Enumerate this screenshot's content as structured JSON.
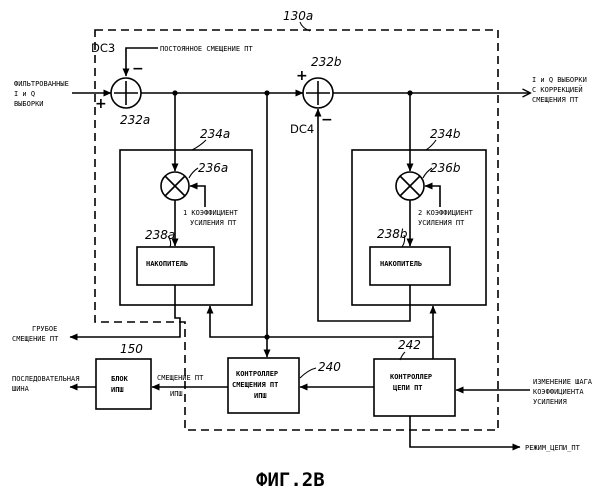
{
  "figure_title": "ФИГ.2В",
  "refs": {
    "r130a": "130a",
    "r232a": "232a",
    "r232b": "232b",
    "r234a": "234a",
    "r234b": "234b",
    "r236a": "236a",
    "r236b": "236b",
    "r238a": "238a",
    "r238b": "238b",
    "r240": "240",
    "r242": "242",
    "r150": "150"
  },
  "dc": {
    "dc3": "DC3",
    "dc4": "DC4"
  },
  "signs": {
    "minus": "−",
    "plus": "+"
  },
  "labels": {
    "input": [
      "ФИЛЬТРОВАННЫЕ",
      "I и Q",
      "ВЫБОРКИ"
    ],
    "dc_offset": "ПОСТОЯННОЕ СМЕЩЕНИЕ ПТ",
    "output": [
      "I и Q ВЫБОРКИ",
      "С КОРРЕКЦИЕЙ",
      "СМЕЩЕНИЯ ПТ"
    ],
    "gain1": [
      "1 КОЭФФИЦИЕНТ",
      "УСИЛЕНИЯ ПТ"
    ],
    "gain2": [
      "2 КОЭФФИЦИЕНТ",
      "УСИЛЕНИЯ ПТ"
    ],
    "coarse": [
      "ГРУБОЕ",
      "СМЕЩЕНИЕ ПТ"
    ],
    "serial_bus": [
      "ПОСЛЕДОВАТЕЛЬНАЯ",
      "ШИНА"
    ],
    "offset_pt": "СМЕЩЕНИЕ ПТ",
    "ipsh": "ИПШ",
    "gain_step": [
      "ИЗМЕНЕНИЕ ШАГА",
      "КОЭФФИЦИЕНТА",
      "УСИЛЕНИЯ"
    ],
    "mode": "РЕЖИМ_ЦЕПИ_ПТ"
  },
  "blocks": {
    "accumulator_a": "НАКОПИТЕЛЬ",
    "accumulator_b": "НАКОПИТЕЛЬ",
    "offset_controller": [
      "КОНТРОЛЛЕР",
      "СМЕЩЕНИЯ ПТ",
      "ИПШ"
    ],
    "chain_controller": [
      "КОНТРОЛЛЕР",
      "ЦЕПИ ПТ"
    ],
    "ipsh_block": [
      "БЛОК",
      "ИПШ"
    ]
  }
}
